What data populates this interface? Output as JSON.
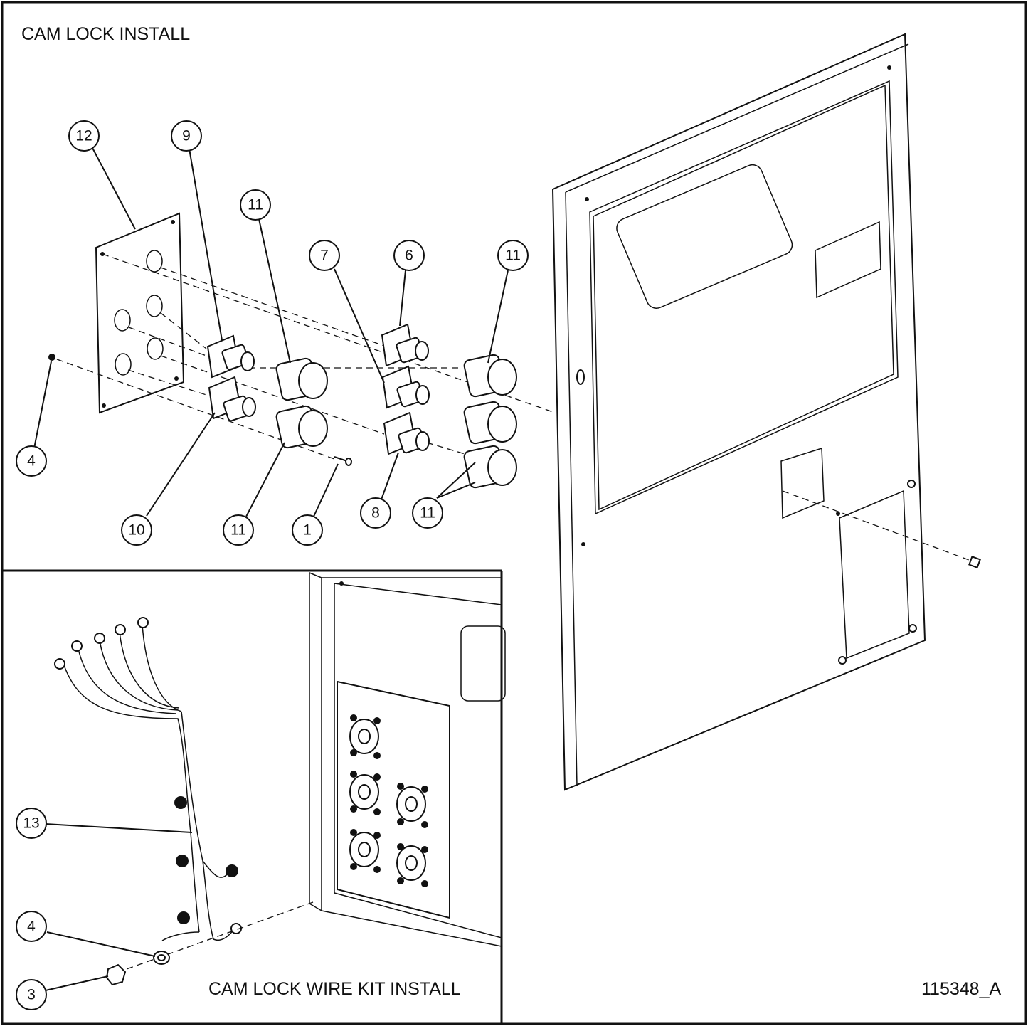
{
  "titles": {
    "top_section": "CAM LOCK INSTALL",
    "bottom_section": "CAM LOCK WIRE KIT INSTALL",
    "drawing_number": "115348_A"
  },
  "callouts": {
    "c12": "12",
    "c9": "9",
    "c11a": "11",
    "c7": "7",
    "c6": "6",
    "c11b": "11",
    "c4a": "4",
    "c10": "10",
    "c11c": "11",
    "c1": "1",
    "c8": "8",
    "c11d": "11",
    "c13": "13",
    "c4b": "4",
    "c3": "3"
  }
}
